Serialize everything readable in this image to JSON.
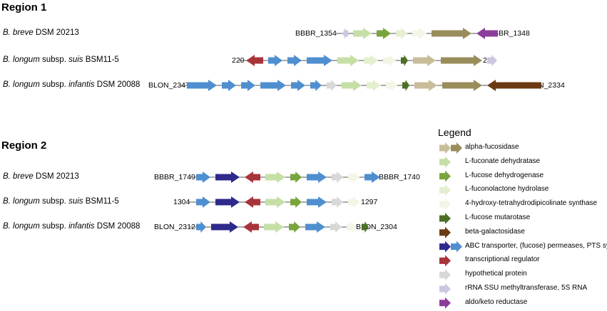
{
  "colors": {
    "alpha_fucosidase_light": "#c8bd9a",
    "alpha_fucosidase_dark": "#9a8d5c",
    "l_fuconate_dehydratase": "#c6dfa6",
    "l_fucose_dehydrogenase": "#7aa53d",
    "l_fuconolactone_hydrolase": "#e4efcf",
    "hydroxy_synthase": "#f1f6e6",
    "l_fucose_mutarotase": "#4d7027",
    "beta_galactosidase": "#6b3a12",
    "abc_transporter_dark": "#2e2a8c",
    "abc_transporter_light": "#4f8fd0",
    "transcriptional_regulator": "#a8343a",
    "hypothetical_protein": "#d8d8d8",
    "rrna_methyltransferase": "#cfc6e2",
    "aldo_keto_reductase": "#8b3d9a",
    "line": "#555555"
  },
  "regions": [
    {
      "title": "Region 1",
      "rows": [
        {
          "organism_italic": "B. breve",
          "organism_rest": " DSM 20213",
          "left_locus": "BBBR_1354",
          "right_locus": "BBBR_1348",
          "genes": [
            {
              "type": "rrna_methyltransferase",
              "dir": "R",
              "len": 8
            },
            {
              "type": "l_fuconate_dehydratase",
              "dir": "F",
              "len": 26
            },
            {
              "type": "l_fucose_dehydrogenase",
              "dir": "F",
              "len": 20
            },
            {
              "type": "l_fuconolactone_hydrolase",
              "dir": "F",
              "len": 16
            },
            {
              "type": "hydroxy_synthase",
              "dir": "F",
              "len": 20
            },
            {
              "type": "alpha_fucosidase_dark",
              "dir": "F",
              "len": 56
            },
            {
              "type": "aldo_keto_reductase",
              "dir": "R",
              "len": 30
            }
          ]
        },
        {
          "organism_italic": "B. longum",
          "organism_rest": " subsp. suis BSM11-5",
          "organism_italic2": "suis",
          "left_locus": "220",
          "right_locus": "229",
          "genes": [
            {
              "type": "transcriptional_regulator",
              "dir": "R",
              "len": 24
            },
            {
              "type": "abc_transporter_light",
              "dir": "F",
              "len": 20
            },
            {
              "type": "abc_transporter_light",
              "dir": "F",
              "len": 20
            },
            {
              "type": "abc_transporter_light",
              "dir": "F",
              "len": 36
            },
            {
              "type": "l_fuconate_dehydratase",
              "dir": "F",
              "len": 30
            },
            {
              "type": "l_fuconolactone_hydrolase",
              "dir": "F",
              "len": 20
            },
            {
              "type": "hydroxy_synthase",
              "dir": "F",
              "len": 18
            },
            {
              "type": "l_fucose_mutarotase",
              "dir": "F",
              "len": 10
            },
            {
              "type": "alpha_fucosidase_light",
              "dir": "F",
              "len": 32
            },
            {
              "type": "alpha_fucosidase_dark",
              "dir": "F",
              "len": 58
            },
            {
              "type": "rrna_methyltransferase",
              "dir": "F",
              "len": 14
            }
          ]
        },
        {
          "organism_italic": "B. longum",
          "organism_rest": " subsp. infantis DSM 20088",
          "organism_italic2": "infantis",
          "left_locus": "BLON_2347",
          "right_locus": "BLON_2334",
          "genes": [
            {
              "type": "abc_transporter_light",
              "dir": "F",
              "len": 42
            },
            {
              "type": "abc_transporter_light",
              "dir": "F",
              "len": 20
            },
            {
              "type": "abc_transporter_light",
              "dir": "F",
              "len": 20
            },
            {
              "type": "abc_transporter_light",
              "dir": "F",
              "len": 36
            },
            {
              "type": "abc_transporter_light",
              "dir": "F",
              "len": 20
            },
            {
              "type": "abc_transporter_light",
              "dir": "F",
              "len": 16
            },
            {
              "type": "hypothetical_protein",
              "dir": "F",
              "len": 14
            },
            {
              "type": "l_fuconate_dehydratase",
              "dir": "F",
              "len": 28
            },
            {
              "type": "l_fuconolactone_hydrolase",
              "dir": "F",
              "len": 20
            },
            {
              "type": "hydroxy_synthase",
              "dir": "F",
              "len": 16
            },
            {
              "type": "l_fucose_mutarotase",
              "dir": "F",
              "len": 10
            },
            {
              "type": "alpha_fucosidase_light",
              "dir": "F",
              "len": 32
            },
            {
              "type": "alpha_fucosidase_dark",
              "dir": "F",
              "len": 56
            },
            {
              "type": "beta_galactosidase",
              "dir": "R",
              "len": 76
            }
          ]
        }
      ]
    },
    {
      "title": "Region 2",
      "rows": [
        {
          "organism_italic": "B. breve",
          "organism_rest": " DSM 20213",
          "left_locus": "BBBR_1749",
          "right_locus": "BBBR_1740",
          "genes": [
            {
              "type": "abc_transporter_light",
              "dir": "F",
              "len": 20
            },
            {
              "type": "abc_transporter_dark",
              "dir": "F",
              "len": 34
            },
            {
              "type": "transcriptional_regulator",
              "dir": "R",
              "len": 22
            },
            {
              "type": "l_fuconate_dehydratase",
              "dir": "F",
              "len": 28
            },
            {
              "type": "l_fucose_dehydrogenase",
              "dir": "F",
              "len": 16
            },
            {
              "type": "abc_transporter_light",
              "dir": "F",
              "len": 28
            },
            {
              "type": "hypothetical_protein",
              "dir": "F",
              "len": 16
            },
            {
              "type": "hydroxy_synthase",
              "dir": "F",
              "len": 16
            },
            {
              "type": "abc_transporter_light",
              "dir": "F",
              "len": 22
            }
          ]
        },
        {
          "organism_italic": "B. longum",
          "organism_rest": " subsp. suis BSM11-5",
          "organism_italic2": "suis",
          "left_locus": "1304",
          "right_locus": "1297",
          "genes": [
            {
              "type": "abc_transporter_light",
              "dir": "F",
              "len": 20
            },
            {
              "type": "abc_transporter_dark",
              "dir": "F",
              "len": 34
            },
            {
              "type": "transcriptional_regulator",
              "dir": "R",
              "len": 22
            },
            {
              "type": "l_fuconate_dehydratase",
              "dir": "F",
              "len": 28
            },
            {
              "type": "l_fucose_dehydrogenase",
              "dir": "F",
              "len": 16
            },
            {
              "type": "abc_transporter_light",
              "dir": "F",
              "len": 28
            },
            {
              "type": "hypothetical_protein",
              "dir": "F",
              "len": 16
            },
            {
              "type": "hydroxy_synthase",
              "dir": "F",
              "len": 16
            }
          ]
        },
        {
          "organism_italic": "B. longum",
          "organism_rest": " subsp. infantis DSM 20088",
          "organism_italic2": "infantis",
          "left_locus": "BLON_2312",
          "right_locus": "BLON_2304",
          "genes": [
            {
              "type": "abc_transporter_light",
              "dir": "F",
              "len": 14
            },
            {
              "type": "abc_transporter_dark",
              "dir": "F",
              "len": 38
            },
            {
              "type": "transcriptional_regulator",
              "dir": "R",
              "len": 22
            },
            {
              "type": "l_fuconate_dehydratase",
              "dir": "F",
              "len": 28
            },
            {
              "type": "l_fucose_dehydrogenase",
              "dir": "F",
              "len": 16
            },
            {
              "type": "abc_transporter_light",
              "dir": "F",
              "len": 28
            },
            {
              "type": "hypothetical_protein",
              "dir": "F",
              "len": 16
            },
            {
              "type": "hydroxy_synthase",
              "dir": "F",
              "len": 14
            },
            {
              "type": "l_fucose_mutarotase",
              "dir": "F",
              "len": 10
            }
          ]
        }
      ]
    }
  ],
  "legend": {
    "title": "Legend",
    "items": [
      {
        "label": "alpha-fucosidase",
        "swatches": [
          "alpha_fucosidase_light",
          "alpha_fucosidase_dark"
        ]
      },
      {
        "label": "L-fuconate dehydratase",
        "swatches": [
          "l_fuconate_dehydratase"
        ]
      },
      {
        "label": "L-fucose dehydrogenase",
        "swatches": [
          "l_fucose_dehydrogenase"
        ]
      },
      {
        "label": "L-fuconolactone hydrolase",
        "swatches": [
          "l_fuconolactone_hydrolase"
        ]
      },
      {
        "label": "4-hydroxy-tetrahydrodipicolinate synthase",
        "swatches": [
          "hydroxy_synthase"
        ]
      },
      {
        "label": "L-fucose mutarotase",
        "swatches": [
          "l_fucose_mutarotase"
        ]
      },
      {
        "label": "beta-galactosidase",
        "swatches": [
          "beta_galactosidase"
        ]
      },
      {
        "label": "ABC transporter, (fucose) permeases, PTS system",
        "swatches": [
          "abc_transporter_dark",
          "abc_transporter_light"
        ]
      },
      {
        "label": "transcriptional regulator",
        "swatches": [
          "transcriptional_regulator"
        ]
      },
      {
        "label": "hypothetical protein",
        "swatches": [
          "hypothetical_protein"
        ]
      },
      {
        "label": "rRNA SSU methyltransferase, 5S RNA",
        "swatches": [
          "rrna_methyltransferase"
        ]
      },
      {
        "label": "aldo/keto reductase",
        "swatches": [
          "aldo_keto_reductase"
        ]
      }
    ]
  }
}
